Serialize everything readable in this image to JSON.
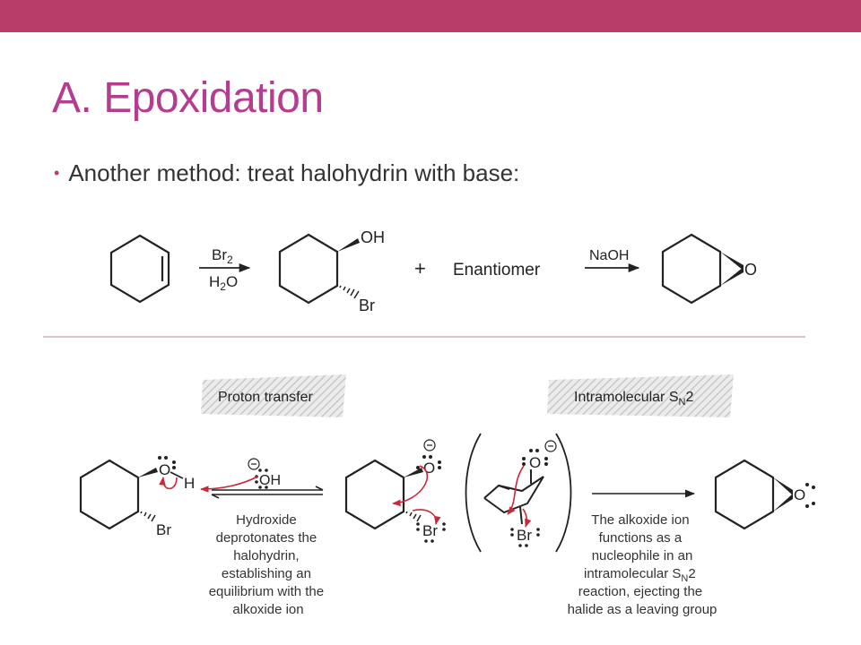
{
  "slide": {
    "title": "A. Epoxidation",
    "bullet": "Another method: treat halohydrin with base:"
  },
  "scheme": {
    "reagent_top_main": "Br",
    "reagent_top_sub": "2",
    "reagent_bottom_main": "H",
    "reagent_bottom_sub": "2",
    "reagent_bottom_tail": "O",
    "oh": "OH",
    "br": "Br",
    "plus": "+",
    "enantiomer": "Enantiomer",
    "naoh": "NaOH",
    "epoxide_o": "O"
  },
  "mechanism": {
    "step1_banner": "Proton transfer",
    "step2_banner_main": "Intramolecular S",
    "step2_banner_sub": "N",
    "step2_banner_tail": "2",
    "o": "O",
    "h": "H",
    "oh": "OH",
    "br": "Br",
    "minus": "−",
    "step1_caption": [
      "Hydroxide",
      "deprotonates the",
      "halohydrin,",
      "establishing an",
      "equilibrium with the",
      "alkoxide ion"
    ],
    "step2_caption_lines": [
      "The alkoxide ion",
      "functions as a",
      "nucleophile in an"
    ],
    "step2_caption_sn_main": "intramolecular S",
    "step2_caption_sn_sub": "N",
    "step2_caption_sn_tail": "2",
    "step2_caption_end": [
      "reaction, ejecting the",
      "halide as a leaving group"
    ]
  },
  "colors": {
    "accent": "#b83d68",
    "title": "#b53d8f",
    "arrow_red": "#c8283c",
    "banner": "#d4d4d4"
  }
}
